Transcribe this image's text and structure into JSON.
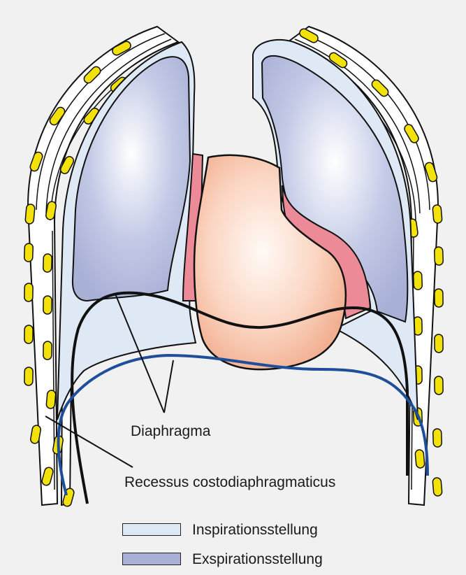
{
  "labels": {
    "diaphragma": "Diaphragma",
    "recessus": "Recessus costodiaphragmaticus"
  },
  "legend": [
    {
      "label": "Inspirationsstellung",
      "color": "#dfe9f5"
    },
    {
      "label": "Exspirationsstellung",
      "color": "#a9b0d6"
    }
  ],
  "colors": {
    "background": "#f1f1f1",
    "pleura_light": "#dfe9f5",
    "lung_expiration": "#a9b0d6",
    "heart": "#f7c2a8",
    "pericardium": "#ec8a98",
    "rib": "#f2e20a",
    "diaphragm_inspiration": "#111111",
    "diaphragm_expiration": "#1f4f9a"
  }
}
